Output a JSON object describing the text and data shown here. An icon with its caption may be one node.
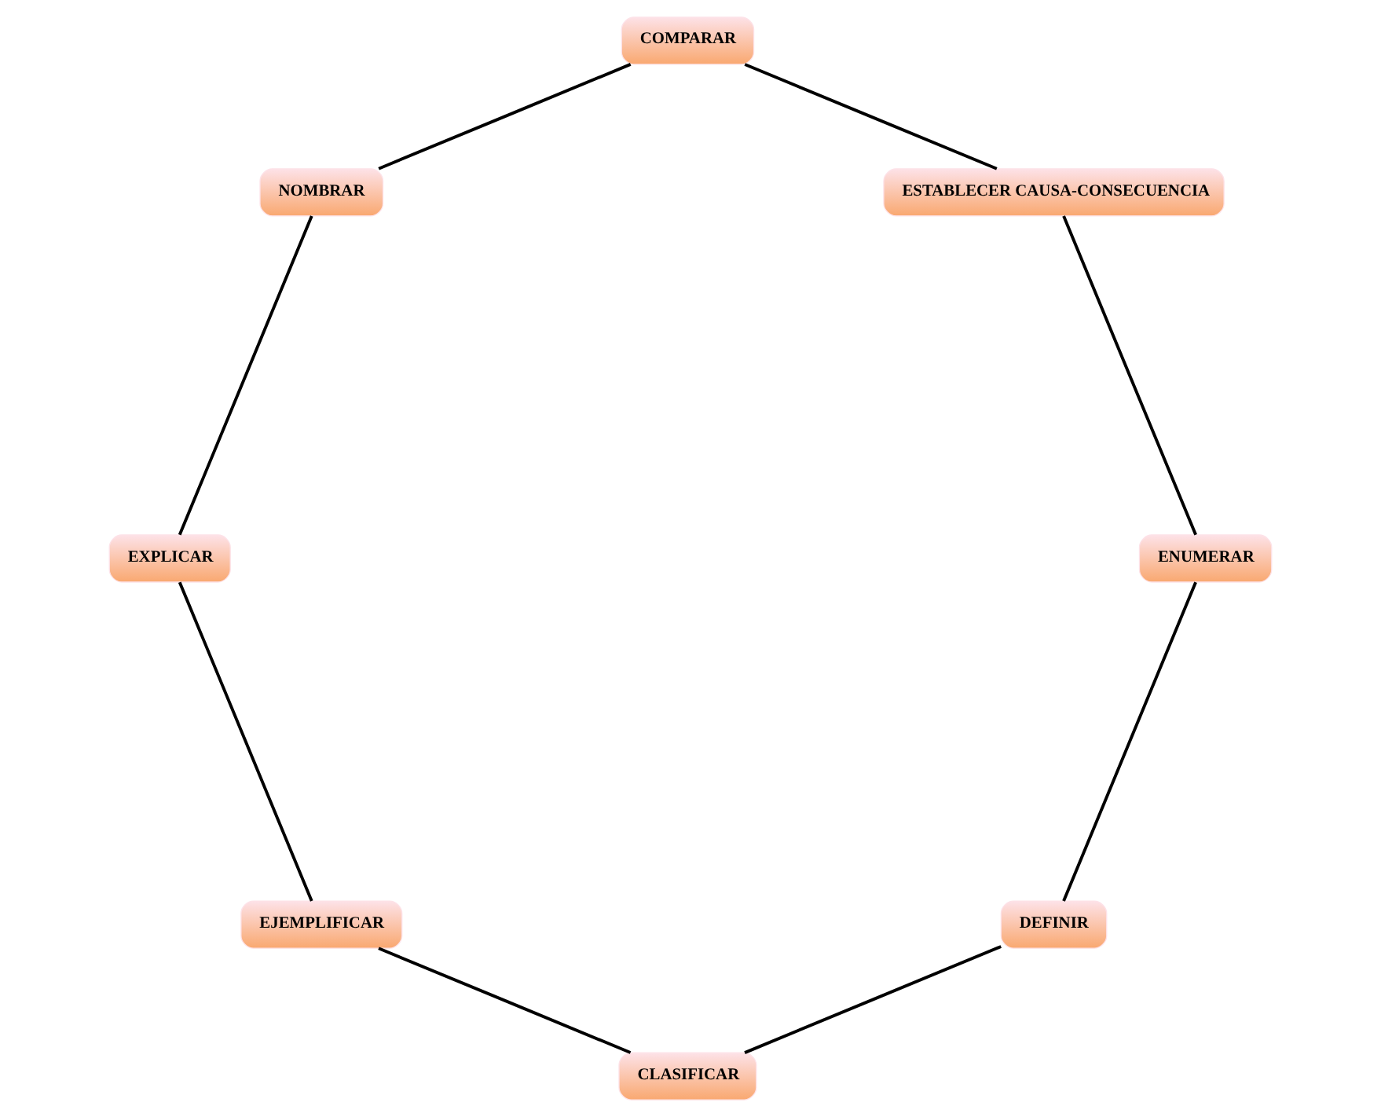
{
  "diagram": {
    "nodes": [
      {
        "text": [
          "DEFINIR"
        ]
      },
      {
        "text": [
          "CLASIFICAR"
        ]
      },
      {
        "text": [
          "EJEMPLIFICAR"
        ]
      },
      {
        "text": [
          "EXPLICAR"
        ]
      },
      {
        "text": [
          "NOMBRAR"
        ]
      },
      {
        "text": [
          "COMPARAR"
        ]
      },
      {
        "text": [
          "ESTABLECER CAUSA-CONSECUENCIA"
        ]
      },
      {
        "text": [
          "ENUMERAR"
        ]
      }
    ],
    "edges": [
      {
        "from": 0,
        "to": 1,
        "arrow": "none"
      },
      {
        "from": 1,
        "to": 2,
        "arrow": "none"
      },
      {
        "from": 2,
        "to": 3,
        "arrow": "none"
      },
      {
        "from": 3,
        "to": 4,
        "arrow": "none"
      },
      {
        "from": 4,
        "to": 5,
        "arrow": "none"
      },
      {
        "from": 5,
        "to": 6,
        "arrow": "none"
      },
      {
        "from": 6,
        "to": 7,
        "arrow": "none"
      },
      {
        "from": 7,
        "to": 0,
        "arrow": "none"
      }
    ]
  }
}
